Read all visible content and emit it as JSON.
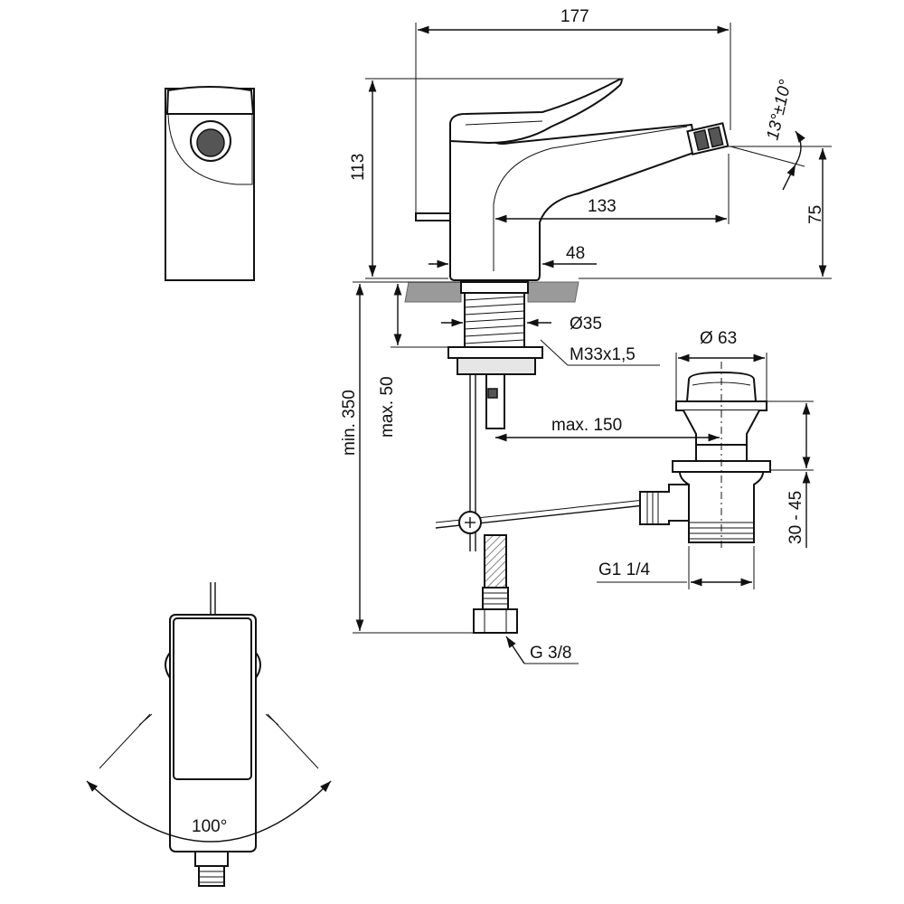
{
  "dimensions": {
    "overall_length": "177",
    "height": "113",
    "angle_tolerance": "13°±10°",
    "spout_height": "75",
    "spout_reach": "133",
    "base_offset": "48",
    "shank_diameter": "Ø35",
    "thread": "M33x1,5",
    "waste_diameter": "Ø 63",
    "deck_thickness": "max. 50",
    "min_clearance": "min. 350",
    "pop_up_reach": "max. 150",
    "waste_range": "30 - 45",
    "waste_thread": "G1 1/4",
    "supply_thread": "G 3/8",
    "rotation": "100°"
  }
}
